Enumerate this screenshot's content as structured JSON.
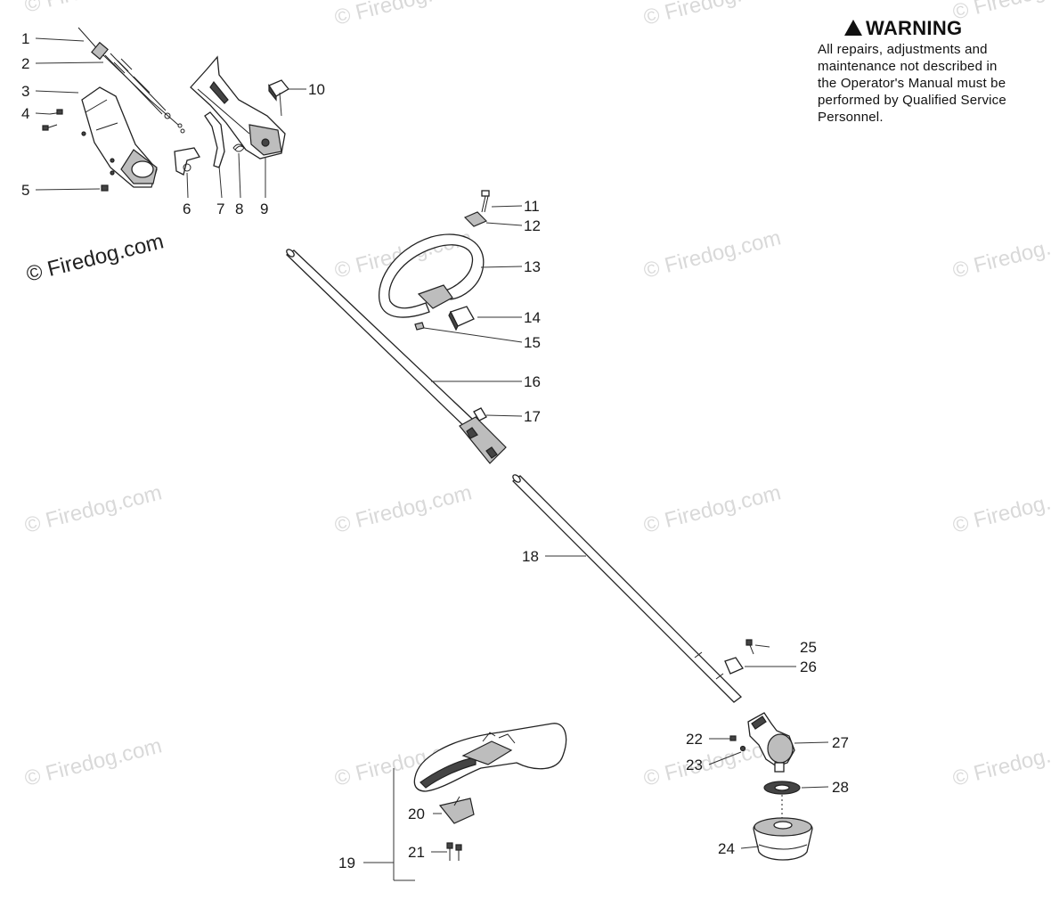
{
  "warning": {
    "title": "WARNING",
    "lines": [
      "All repairs, adjustments and",
      "maintenance not described in",
      "the Operator's Manual must be",
      "performed by Qualified Service",
      "Personnel."
    ]
  },
  "watermark": {
    "text": "© Firedog.com",
    "color": "#d9d9d9"
  },
  "callouts": [
    "1",
    "2",
    "3",
    "4",
    "5",
    "6",
    "7",
    "8",
    "9",
    "10",
    "11",
    "12",
    "13",
    "14",
    "15",
    "16",
    "17",
    "18",
    "19",
    "20",
    "21",
    "22",
    "23",
    "24",
    "25",
    "26",
    "27",
    "28"
  ]
}
